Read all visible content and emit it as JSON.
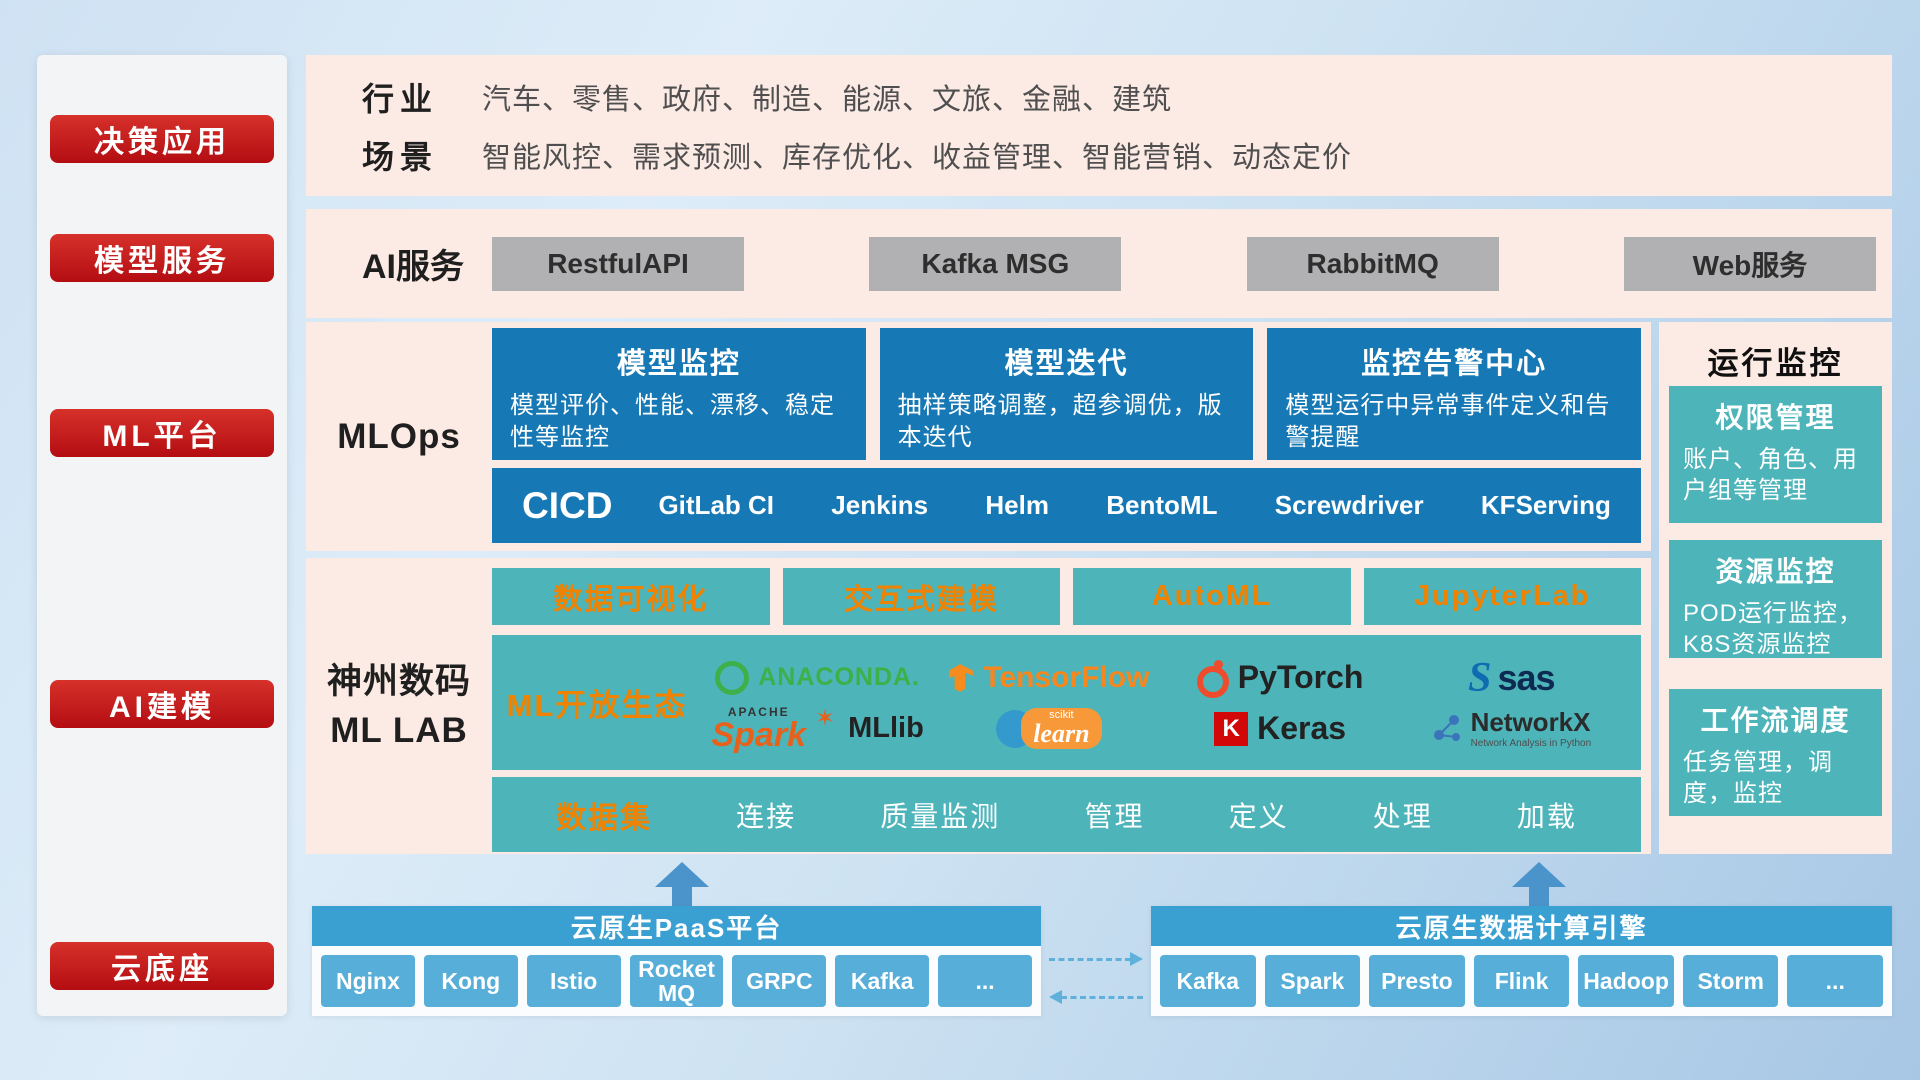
{
  "colors": {
    "accent_red": "#c8161e",
    "teal": "#4db4ba",
    "deep_blue": "#1678b4",
    "orange": "#ef8300",
    "bottom_blue": "#3aa0d2",
    "panel_pink": "#fcebe5"
  },
  "sidebar": {
    "items": [
      {
        "label": "决策应用"
      },
      {
        "label": "模型服务"
      },
      {
        "label": "ML平台"
      },
      {
        "label": "AI建模"
      },
      {
        "label": "云底座"
      }
    ]
  },
  "industry": {
    "rows": [
      {
        "label": "行业",
        "value": "汽车、零售、政府、制造、能源、文旅、金融、建筑"
      },
      {
        "label": "场景",
        "value": "智能风控、需求预测、库存优化、收益管理、智能营销、动态定价"
      }
    ]
  },
  "ai_service": {
    "label": "AI服务",
    "buttons": [
      "RestfulAPI",
      "Kafka MSG",
      "RabbitMQ",
      "Web服务"
    ]
  },
  "mlops": {
    "label": "MLOps",
    "cards": [
      {
        "title": "模型监控",
        "desc": "模型评价、性能、漂移、稳定性等监控"
      },
      {
        "title": "模型迭代",
        "desc": "抽样策略调整，超参调优，版本迭代"
      },
      {
        "title": "监控告警中心",
        "desc": "模型运行中异常事件定义和告警提醒"
      }
    ],
    "cicd_label": "CICD",
    "cicd_tools": [
      "GitLab CI",
      "Jenkins",
      "Helm",
      "BentoML",
      "Screwdriver",
      "KFServing"
    ]
  },
  "mllab": {
    "label_line1": "神州数码",
    "label_line2": "ML LAB",
    "features": [
      "数据可视化",
      "交互式建模",
      "AutoML",
      "JupyterLab"
    ],
    "eco_label": "ML开放生态",
    "logos": {
      "anaconda": "ANACONDA.",
      "tensorflow": "TensorFlow",
      "pytorch": "PyTorch",
      "sas_s": "S",
      "sas": "sas",
      "spark_small": "APACHE",
      "spark": "Spark",
      "spark_star": "✶",
      "mllib": "MLlib",
      "sklearn_small": "scikit",
      "sklearn": "learn",
      "keras_k": "K",
      "keras": "Keras",
      "networkx": "NetworkX",
      "networkx_sub": "Network Analysis in Python"
    },
    "dataset_label": "数据集",
    "dataset_items": [
      "连接",
      "质量监测",
      "管理",
      "定义",
      "处理",
      "加载"
    ]
  },
  "monitoring": {
    "title": "运行监控",
    "cards": [
      {
        "title": "权限管理",
        "desc": "账户、角色、用户组等管理"
      },
      {
        "title": "资源监控",
        "desc": "POD运行监控，K8S资源监控"
      },
      {
        "title": "工作流调度",
        "desc": "任务管理，调度，监控"
      }
    ]
  },
  "bottom": {
    "paas": {
      "title": "云原生PaaS平台",
      "items": [
        "Nginx",
        "Kong",
        "Istio",
        "RocketMQ",
        "GRPC",
        "Kafka",
        "..."
      ]
    },
    "engine": {
      "title": "云原生数据计算引擎",
      "items": [
        "Kafka",
        "Spark",
        "Presto",
        "Flink",
        "Hadoop",
        "Storm",
        "..."
      ]
    }
  }
}
